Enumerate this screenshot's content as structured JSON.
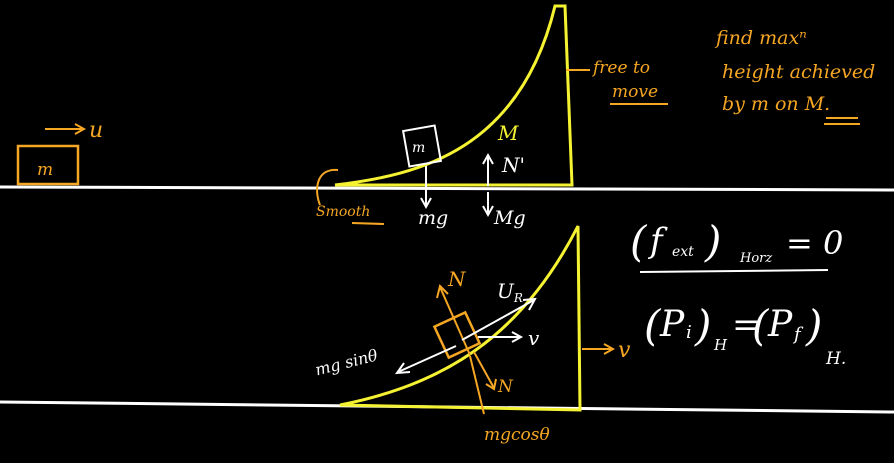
{
  "labels": {
    "block_mass": "m",
    "block_velocity": "u",
    "small_block_on_wedge": "m",
    "wedge_mass": "M",
    "normal_on_wedge": "N'",
    "free_to_move_line1": "free to",
    "free_to_move_line2": "move",
    "smooth": "Smooth",
    "mg": "mg",
    "Mg": "Mg",
    "task_line1": "find maxⁿ",
    "task_line2": "height achieved",
    "task_line3": "by m on M.",
    "normal_N": "N",
    "relative_velocity": "U",
    "relative_velocity_sub": "R",
    "common_velocity_inside": "v",
    "common_velocity_outside": "v",
    "normal_N_reaction": "N",
    "mg_sin": "mg sinθ",
    "mg_cos": "mgcosθ",
    "eq1_lhs_f": "f",
    "eq1_lhs_sub": "ext",
    "eq1_horz": "Horz",
    "eq1_rhs": "= 0",
    "eq2_p": "P",
    "eq2_i": "i",
    "eq2_H": "H",
    "eq2_equals": "=",
    "eq2_f": "f",
    "eq2_end": "H."
  },
  "colors": {
    "background": "#000000",
    "ground": "#ffffff",
    "wedge": "#f5f232",
    "annotation": "#f5a623",
    "ink": "#ffffff"
  }
}
